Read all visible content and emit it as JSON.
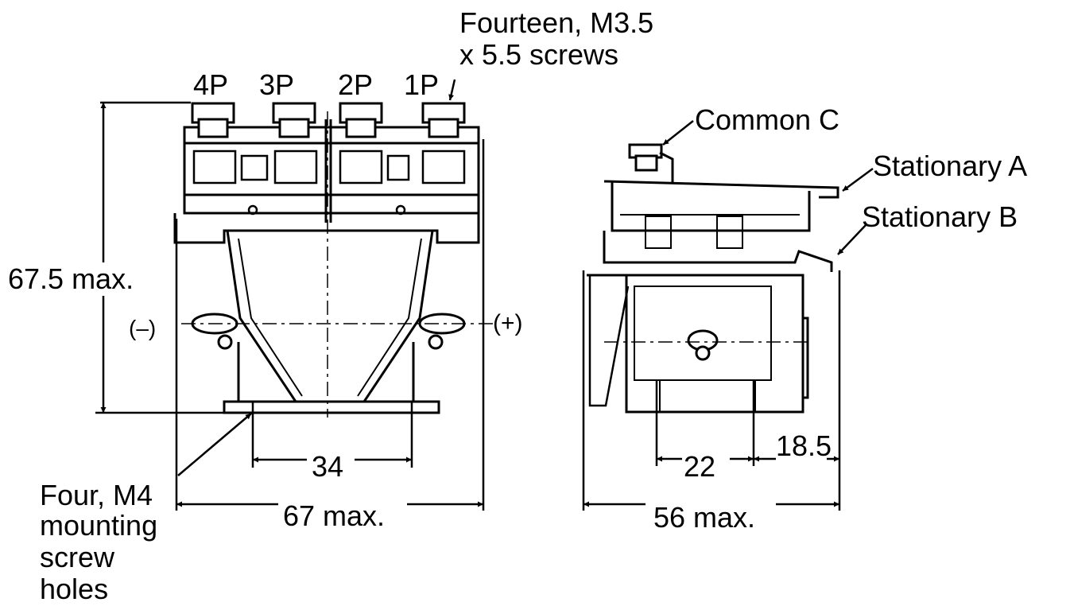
{
  "screw_note": {
    "line1": "Fourteen, M3.5",
    "line2": "x 5.5 screws"
  },
  "poles": [
    "4P",
    "3P",
    "2P",
    "1P"
  ],
  "terminals": {
    "common": "Common C",
    "stationary_a": "Stationary A",
    "stationary_b": "Stationary B"
  },
  "coil_polarity": {
    "negative": "(–)",
    "positive": "(+)"
  },
  "mounting_note": [
    "Four, M4",
    "mounting",
    "screw",
    "holes"
  ],
  "dimensions": {
    "height": "67.5 max.",
    "hole_pitch_front": "34",
    "width_front": "67 max.",
    "hole_pitch_side": "22",
    "offset_side": "18.5",
    "depth_side": "56 max."
  }
}
